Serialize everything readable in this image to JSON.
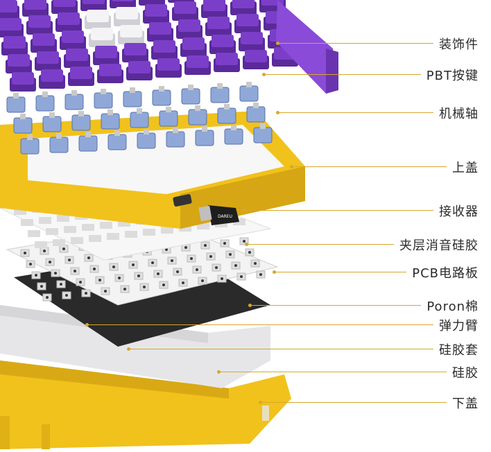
{
  "callouts": [
    {
      "key": "trim",
      "label": "装饰件"
    },
    {
      "key": "keycaps",
      "label": "PBT按键"
    },
    {
      "key": "switches",
      "label": "机械轴"
    },
    {
      "key": "top_case",
      "label": "上盖"
    },
    {
      "key": "receiver",
      "label": "接收器"
    },
    {
      "key": "sandwich_foam",
      "label": "夹层消音硅胶"
    },
    {
      "key": "pcb",
      "label": "PCB电路板"
    },
    {
      "key": "poron",
      "label": "Poron棉"
    },
    {
      "key": "spring_arm",
      "label": "弹力臂"
    },
    {
      "key": "silicone_sleeve",
      "label": "硅胶套"
    },
    {
      "key": "silicone",
      "label": "硅胶"
    },
    {
      "key": "bottom_case",
      "label": "下盖"
    }
  ],
  "receiver_brand": "DAREU",
  "colors": {
    "purple": "#7b3ec9",
    "purple_dark": "#5a2a9a",
    "white_key": "#f2f2f4",
    "yellow": "#f1c21b",
    "yellow_dark": "#c99a12",
    "leader": "#d8a72a",
    "pcb_white": "#efefef",
    "poron": "#2a2a2a"
  }
}
